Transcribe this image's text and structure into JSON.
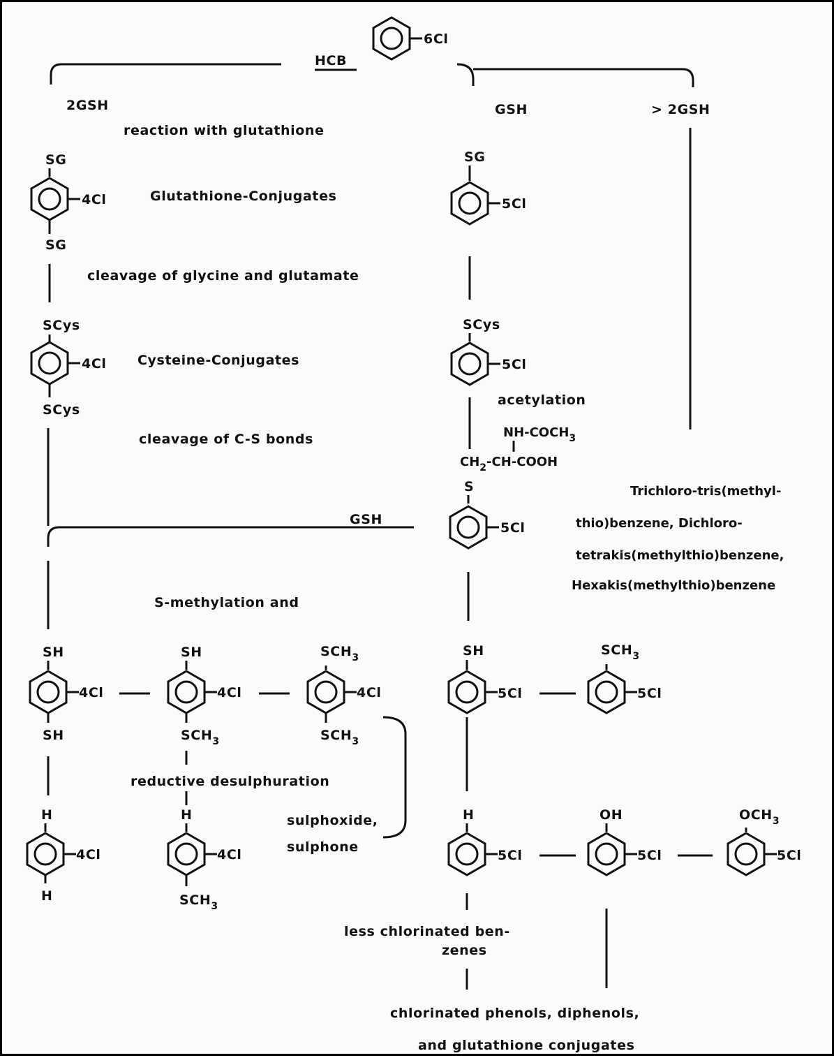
{
  "top": {
    "substituent": "6Cl",
    "name": "HCB"
  },
  "branches": {
    "left": "2GSH",
    "middle": "GSH",
    "right": "> 2GSH"
  },
  "steps": {
    "glutathione_reaction": "reaction with glutathione",
    "glutathione_conjugates": "Glutathione-Conjugates",
    "cleavage_gly_glu": "cleavage of glycine and glutamate",
    "cysteine_conjugates": "Cysteine-Conjugates",
    "acetylation": "acetylation",
    "cleavage_cs": "cleavage of C-S bonds",
    "gsh_join": "GSH",
    "s_methylation": "S-methylation and",
    "reductive_desulph": "reductive desulphuration",
    "sulphoxide": "sulphoxide,",
    "sulphone": "sulphone",
    "less_chlorinated_1": "less chlorinated ben-",
    "less_chlorinated_2": "zenes",
    "final_1": "chlorinated phenols, diphenols,",
    "final_2": "and glutathione conjugates"
  },
  "right_products": [
    "Trichloro-tris(methyl-",
    "thio)benzene, Dichloro-",
    "tetrakis(methylthio)benzene,",
    "Hexakis(methylthio)benzene"
  ],
  "groups": {
    "sg": "SG",
    "scys": "SCys",
    "sh": "SH",
    "h": "H",
    "oh": "OH",
    "sch3": "SCH",
    "och3": "OCH",
    "s": "S",
    "three": "3",
    "nh_coch3": "NH-COCH",
    "ch2_ch_cooh_a": "CH",
    "two": "2",
    "ch2_ch_cooh_b": "-CH-COOH"
  },
  "substituents": {
    "cl4": "4Cl",
    "cl5": "5Cl"
  }
}
